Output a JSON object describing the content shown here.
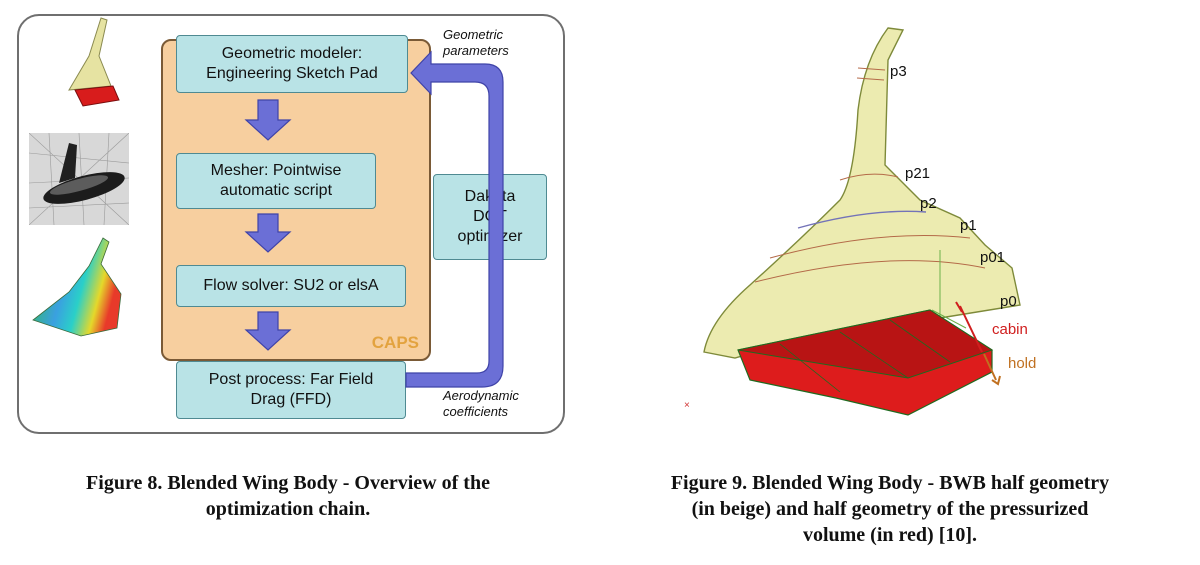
{
  "figure8": {
    "caps_label": "CAPS",
    "boxes": {
      "geometric_modeler": [
        "Geometric modeler:",
        "Engineering Sketch Pad"
      ],
      "mesher": [
        "Mesher: Pointwise",
        "automatic script"
      ],
      "flow_solver": [
        "Flow solver: SU2 or elsA"
      ],
      "post_process": [
        "Post process: Far Field",
        "Drag (FFD)"
      ],
      "optimizer": [
        "Dakota",
        "DOT",
        "optimizer"
      ]
    },
    "annotations": {
      "geometric_parameters": [
        "Geometric",
        "parameters"
      ],
      "aerodynamic_coefficients": [
        "Aerodynamic",
        "coefficients"
      ]
    },
    "colors": {
      "caps_bg": "#f7cf9f",
      "box_bg": "#b9e3e6",
      "arrow": "#6b6fd6",
      "caps_text": "#e3a33f"
    },
    "thumbnails": [
      "bwb-geometry-icon",
      "mesh-icon",
      "pressure-field-icon"
    ],
    "caption": [
      "Figure 8. Blended Wing Body - Overview of the",
      "optimization chain."
    ]
  },
  "figure9": {
    "section_labels": [
      "p3",
      "p21",
      "p2",
      "p1",
      "p01",
      "p0"
    ],
    "volume_labels": {
      "cabin": "cabin",
      "hold": "hold"
    },
    "colors": {
      "wing": "#ecebb0",
      "pressurized": "#e02020",
      "cabin": "#e02020",
      "hold": "#c07020"
    },
    "caption": [
      "Figure 9.  Blended Wing Body - BWB half geometry",
      "(in beige) and half geometry of the pressurized",
      "volume (in red) [10]."
    ]
  }
}
